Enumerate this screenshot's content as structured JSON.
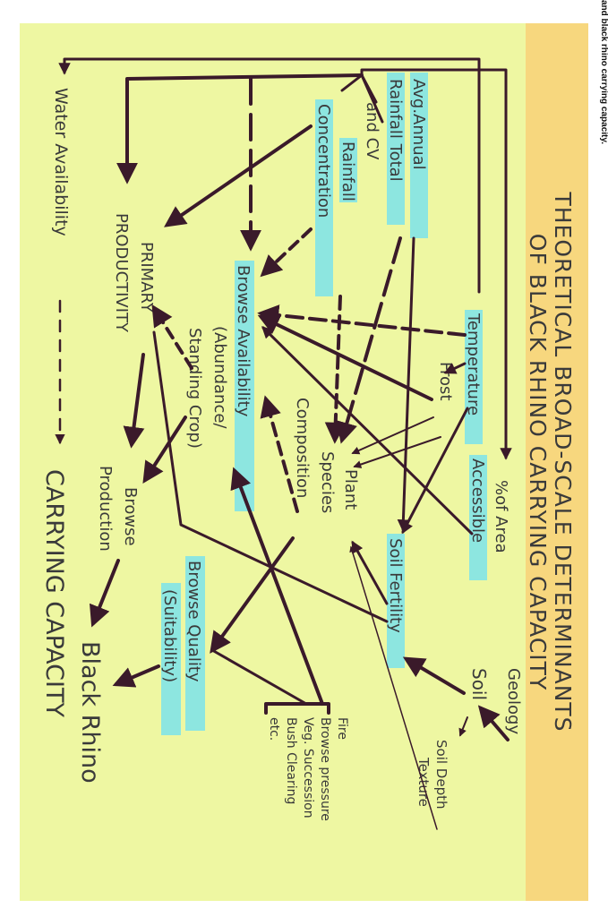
{
  "caption": "and black rhino carrying capacity.",
  "colors": {
    "board_bg": "#eef7a2",
    "title_band": "#f7d77e",
    "highlight": "#8de6e0",
    "ink": "#3a1a2a",
    "text": "#3a3a3a"
  },
  "diagram": {
    "title_line1": "THEORETICAL BROAD-SCALE DETERMINANTS",
    "title_line2": "OF BLACK RHINO CARRYING CAPACITY",
    "nodes": {
      "avg_rainfall_1": "Avg.Annual",
      "avg_rainfall_2": "Rainfall Total",
      "avg_rainfall_3": "and CV",
      "rain_conc_1": "Rainfall",
      "rain_conc_2": "Concentration",
      "temperature": "Temperature",
      "frost": "Frost",
      "pct_area_1": "%of Area",
      "pct_area_2": "Accessible",
      "geology": "Geology",
      "soil": "Soil",
      "soil_fertility": "Soil Fertility",
      "soil_depth_1": "Soil Depth",
      "soil_depth_2": "Texture",
      "plant_species_1": "Plant",
      "plant_species_2": "Species",
      "plant_species_3": "Composition",
      "browse_avail_1": "Browse Availability",
      "browse_avail_2": "(Abundance/",
      "browse_avail_3": "Standing Crop)",
      "primary_1": "PRIMARY",
      "primary_2": "PRODUCTIVITY",
      "browse_prod_1": "Browse",
      "browse_prod_2": "Production",
      "browse_quality_1": "Browse Quality",
      "browse_quality_2": "(Suitability)",
      "factors_1": "Fire",
      "factors_2": "Browse pressure",
      "factors_3": "Veg. Succession",
      "factors_4": "Bush Clearing",
      "factors_5": "etc.",
      "water": "Water Availability",
      "black_rhino": "Black Rhino",
      "carrying_capacity": "CARRYING CAPACITY"
    }
  }
}
